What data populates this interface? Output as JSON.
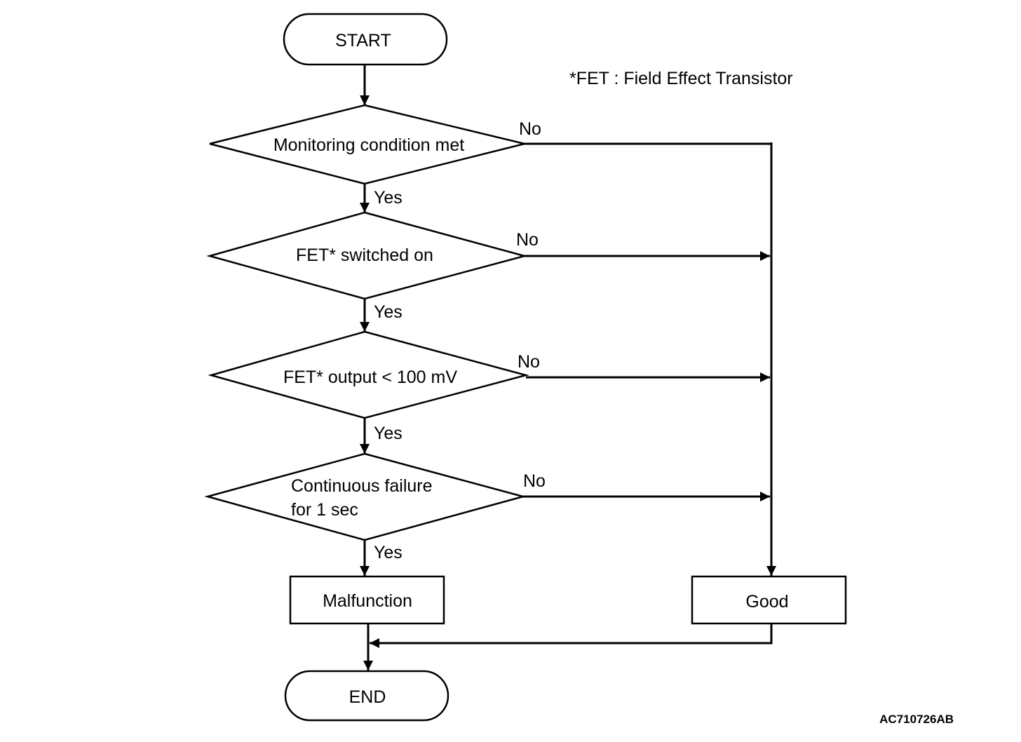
{
  "nodes": {
    "start": "START",
    "decision1": "Monitoring condition met",
    "decision2": "FET* switched on",
    "decision3": "FET* output < 100 mV",
    "decision4_line1": "Continuous failure",
    "decision4_line2": "for 1 sec",
    "malfunction": "Malfunction",
    "good": "Good",
    "end": "END"
  },
  "branch_labels": {
    "yes": "Yes",
    "no": "No"
  },
  "footnote": "*FET : Field Effect Transistor",
  "figure_code": "AC710726AB"
}
